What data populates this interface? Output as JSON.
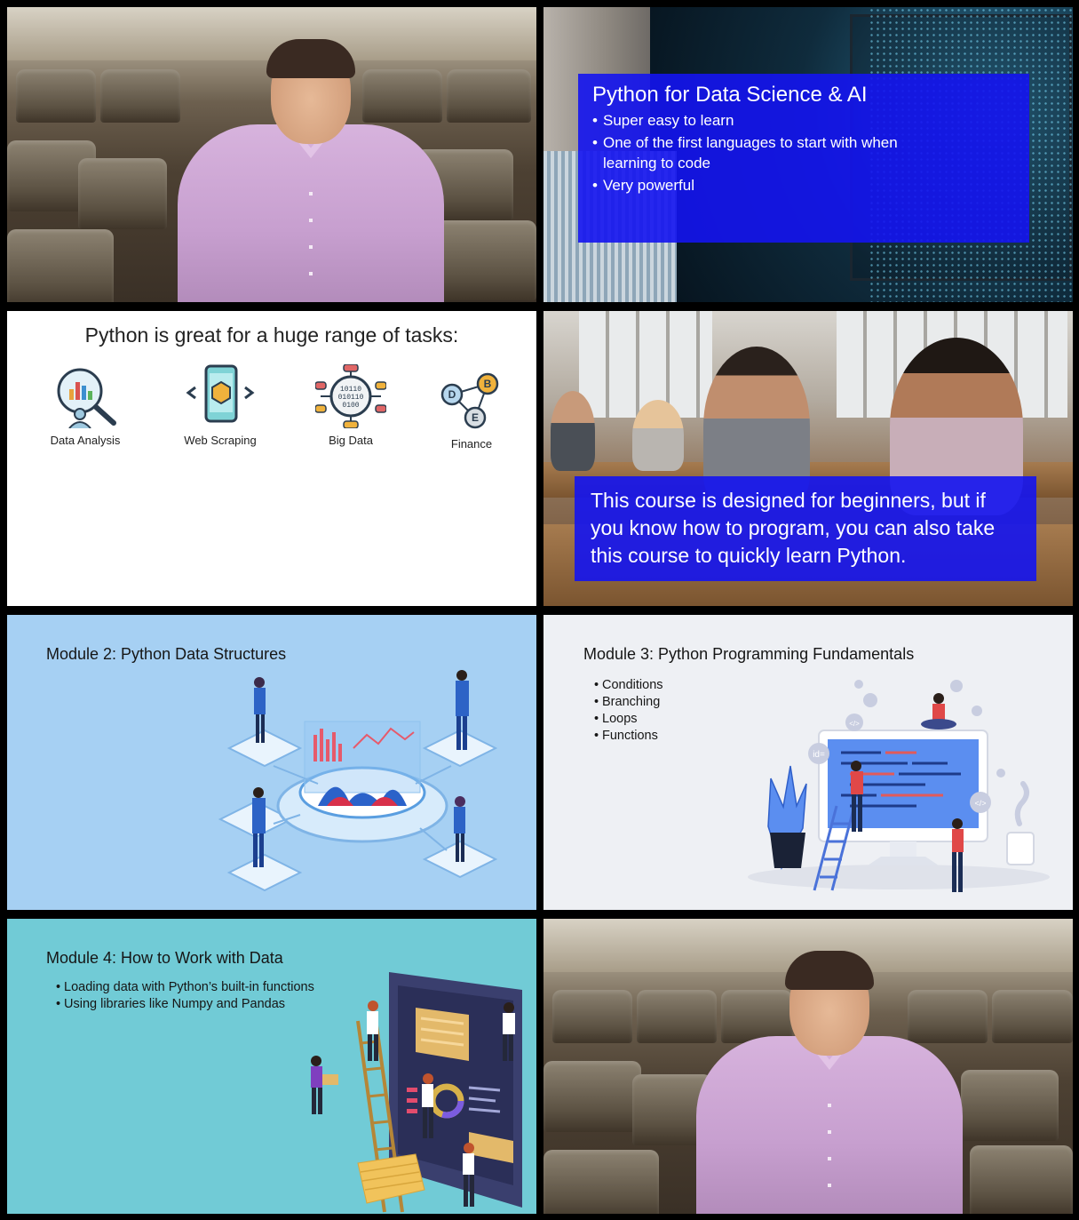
{
  "slides": {
    "title_card": {
      "heading": "Python for Data Science & AI",
      "bullets": [
        "Super easy to learn",
        "One of the first languages to start with when learning to code",
        "Very powerful"
      ]
    },
    "tasks": {
      "heading": "Python is great for a huge range of tasks:",
      "items": [
        {
          "label": "Data Analysis",
          "icon": "magnifier-chart-icon"
        },
        {
          "label": "Web Scraping",
          "icon": "phone-code-icon"
        },
        {
          "label": "Big Data",
          "icon": "binary-network-icon"
        },
        {
          "label": "Finance",
          "icon": "crypto-coins-icon"
        }
      ],
      "binary_text": [
        "10110",
        "010110",
        "0100"
      ],
      "coin_letters": [
        "D",
        "B",
        "E"
      ]
    },
    "audience_card": {
      "text": "This course is designed for beginners, but if you know how to program, you can also take this course to quickly learn Python."
    },
    "module2": {
      "heading": "Module 2: Python Data Structures"
    },
    "module3": {
      "heading": "Module 3: Python Programming Fundamentals",
      "bullets": [
        "Conditions",
        "Branching",
        "Loops",
        "Functions"
      ],
      "code_badges": [
        "id=",
        "</>",
        "</>"
      ]
    },
    "module4": {
      "heading": "Module 4: How to Work with Data",
      "bullets": [
        "Loading data with Python’s built-in functions",
        "Using libraries like Numpy and Pandas"
      ]
    }
  },
  "colors": {
    "card_blue": "#1414F0",
    "module2_bg": "#A6D0F3",
    "module3_bg": "#EEF0F4",
    "module4_bg": "#71CBD6",
    "shirt_pink": "#D7B3DD"
  }
}
